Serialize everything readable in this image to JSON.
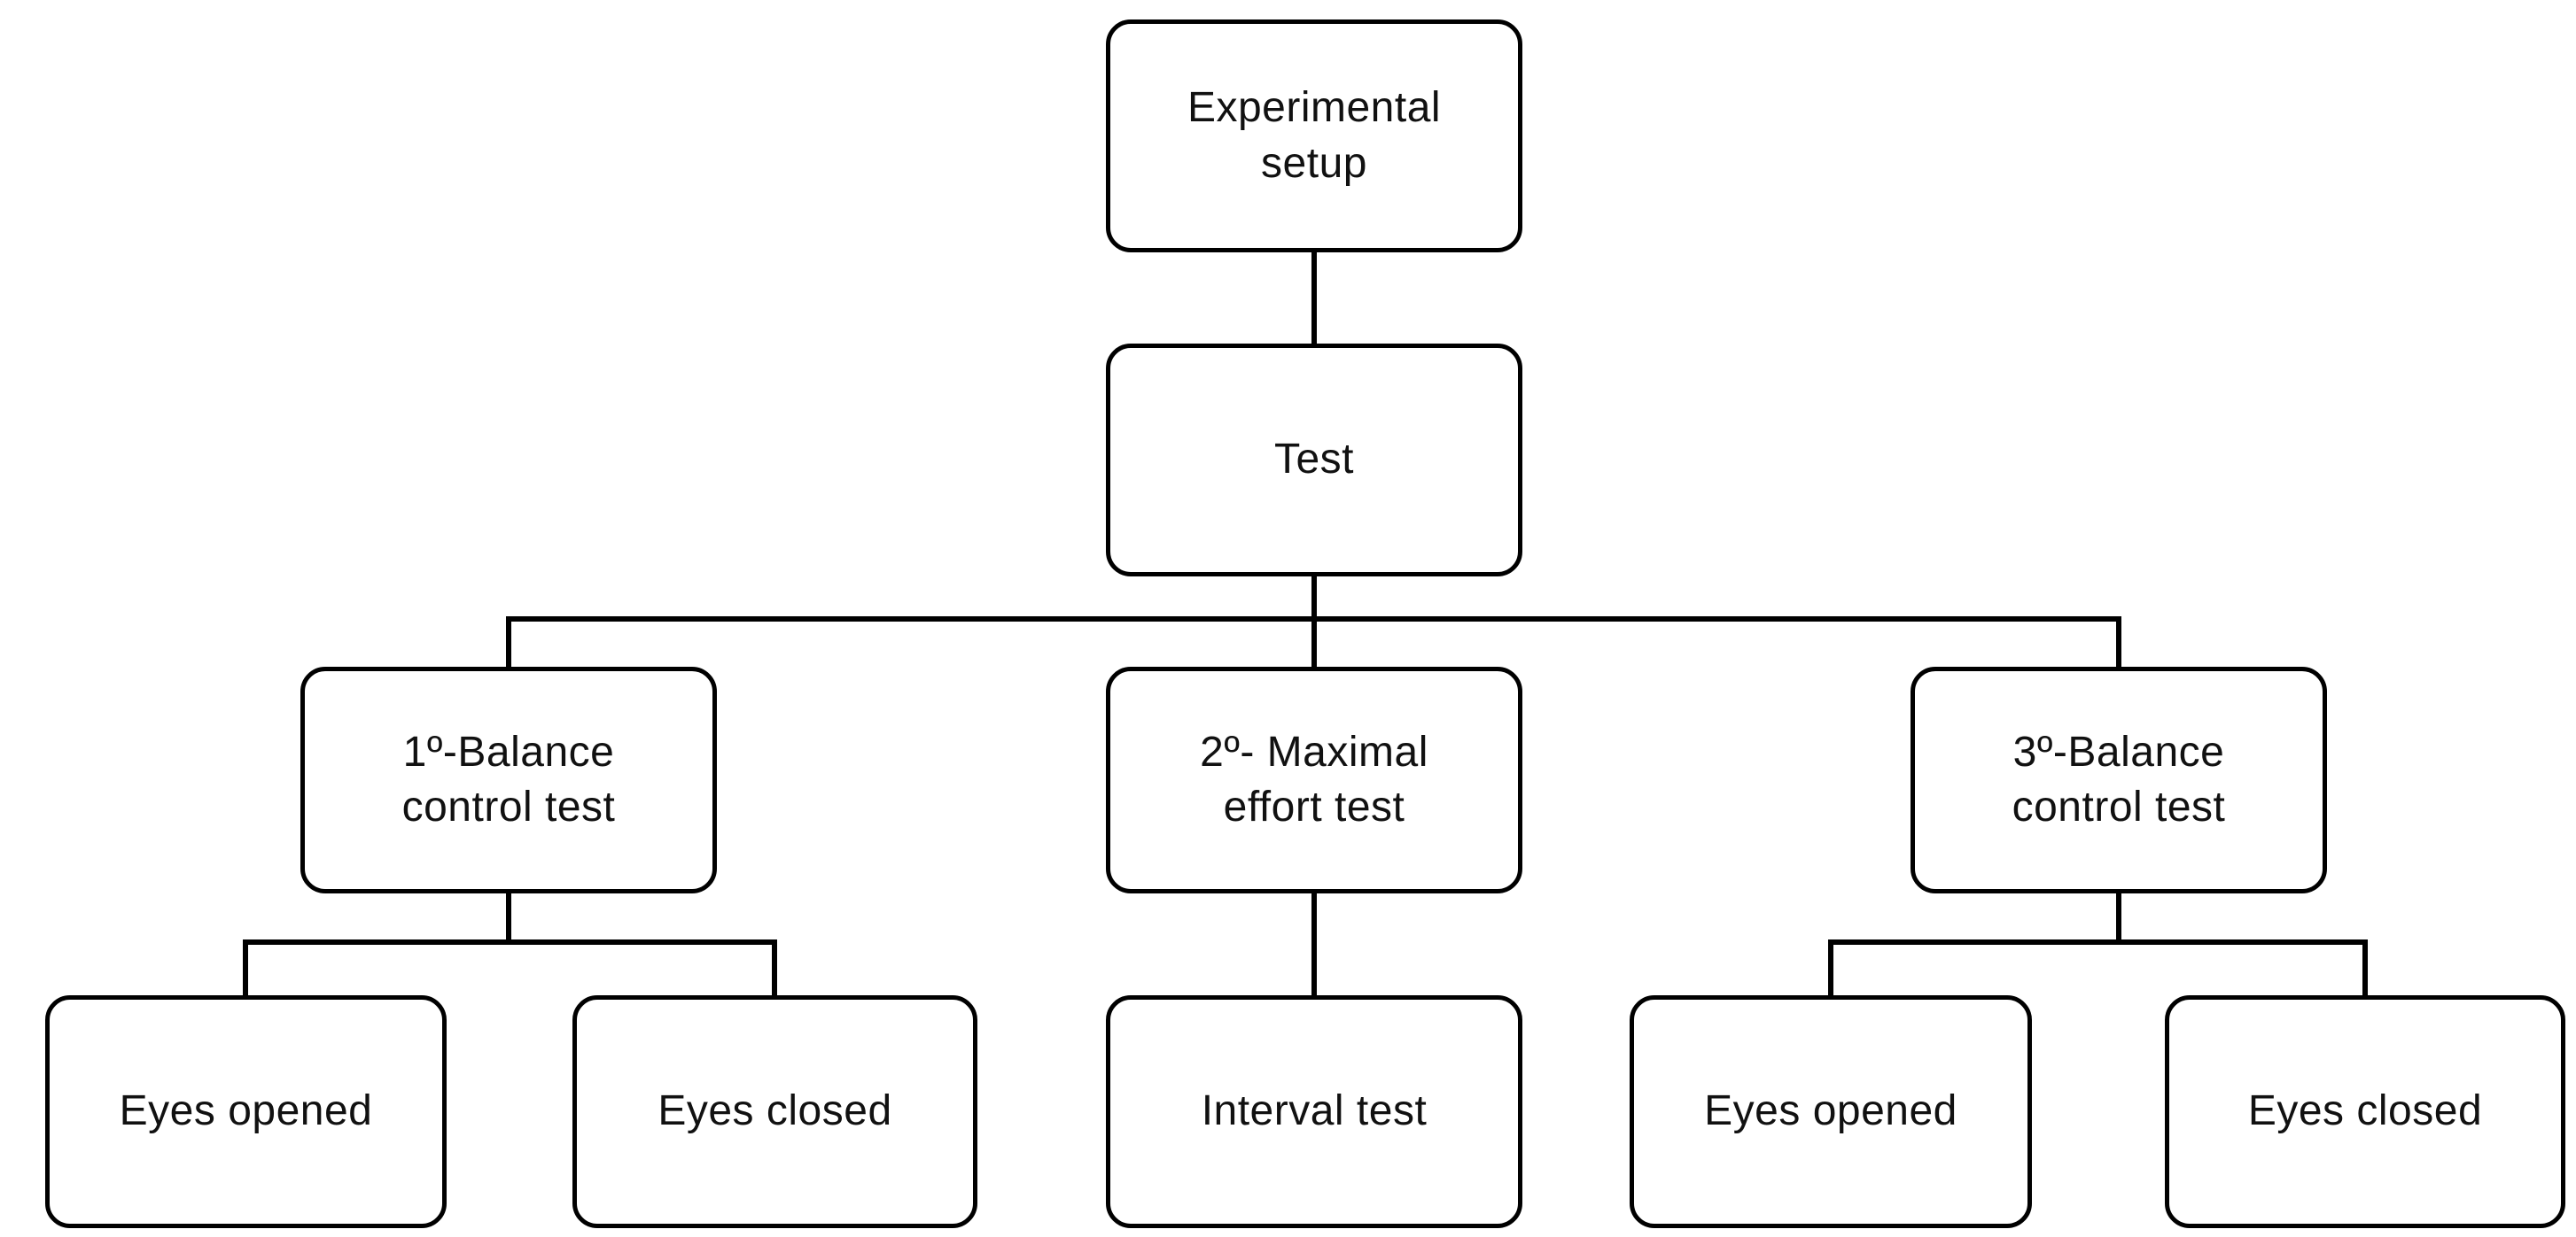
{
  "flowchart": {
    "root": {
      "label": "Experimental setup"
    },
    "test": {
      "label": "Test"
    },
    "branches": [
      {
        "label": "1º-Balance control test",
        "children": [
          {
            "label": "Eyes opened"
          },
          {
            "label": "Eyes closed"
          }
        ]
      },
      {
        "label": "2º- Maximal effort test",
        "children": [
          {
            "label": "Interval test"
          }
        ]
      },
      {
        "label": "3º-Balance control test",
        "children": [
          {
            "label": "Eyes opened"
          },
          {
            "label": "Eyes closed"
          }
        ]
      }
    ],
    "colors": {
      "box_border": "#000000",
      "box_fill": "#ffffff",
      "connector": "#000000",
      "text": "#111111"
    }
  }
}
